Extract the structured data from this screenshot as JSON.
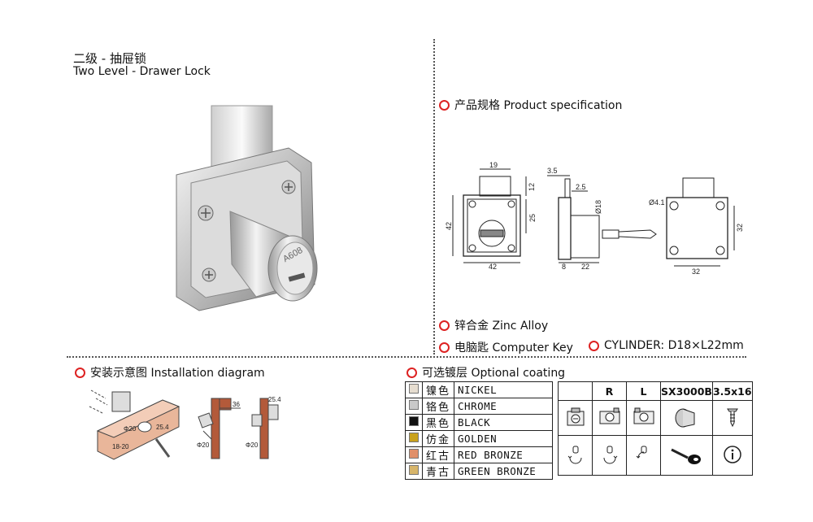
{
  "title": {
    "cn": "二级 - 抽屉锁",
    "en": "Two Level - Drawer Lock"
  },
  "lock_engraving": "A608",
  "sections": {
    "spec": "产品规格 Product specification",
    "material": "锌合金 Zinc Alloy",
    "key": "电脑匙 Computer Key",
    "cylinder": "CYLINDER: D18×L22mm",
    "install": "安装示意图 Installation diagram",
    "coating": "可选镀层 Optional coating"
  },
  "dimensions": {
    "front": {
      "w_top": "19",
      "h_top": "12",
      "h_mid": "25",
      "h_total": "42",
      "w_total": "42"
    },
    "side": {
      "d1": "3.5",
      "d2": "2.5",
      "dia": "Ø18",
      "d3": "8",
      "d4": "22"
    },
    "back": {
      "hole": "Ø4.1",
      "w": "32",
      "h": "32"
    }
  },
  "install_labels": {
    "a": "Φ20",
    "b": "25.4",
    "c": "18-20",
    "d": "36",
    "e": "Φ20",
    "f": "25.4",
    "g": "Φ20"
  },
  "coatings": [
    {
      "cn": "镍色",
      "en": "NICKEL",
      "color": "#e6ddd0"
    },
    {
      "cn": "铬色",
      "en": "CHROME",
      "color": "#c9c9c9"
    },
    {
      "cn": "黑色",
      "en": "BLACK",
      "color": "#111111"
    },
    {
      "cn": "仿金",
      "en": "GOLDEN",
      "color": "#c9a21c"
    },
    {
      "cn": "红古",
      "en": "RED BRONZE",
      "color": "#e0906a"
    },
    {
      "cn": "青古",
      "en": "GREEN BRONZE",
      "color": "#d7b56a"
    }
  ],
  "options": {
    "headers": [
      "",
      "R",
      "L",
      "SX3000B",
      "3.5x16"
    ]
  }
}
